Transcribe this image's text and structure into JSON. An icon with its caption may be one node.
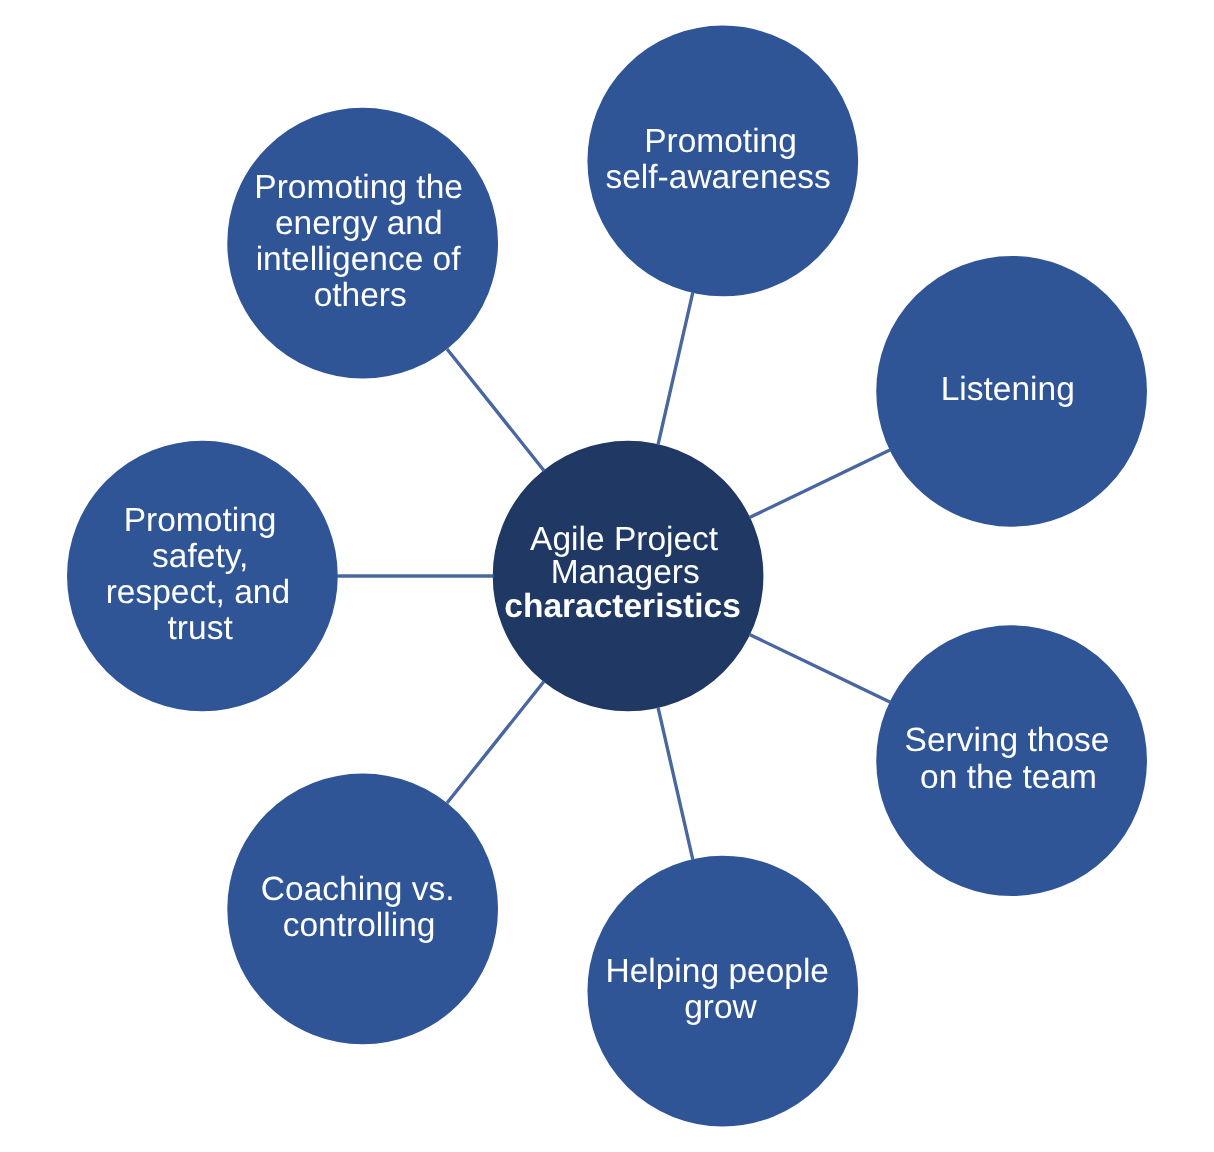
{
  "diagram": {
    "nodes": [
      {
        "text": [
          "Agile Project Managers **characteristics**"
        ]
      },
      {
        "text": [
          "Promoting self-awareness"
        ]
      },
      {
        "text": [
          "Listening"
        ]
      },
      {
        "text": [
          "Serving those on the team"
        ]
      },
      {
        "text": [
          "Helping people grow"
        ]
      },
      {
        "text": [
          "Coaching vs. controlling"
        ]
      },
      {
        "text": [
          "Promoting safety, respect, and trust"
        ]
      },
      {
        "text": [
          "Promoting the energy and intelligence of others"
        ]
      }
    ],
    "edges": [
      {
        "from": 0,
        "to": 1,
        "arrow": "none"
      },
      {
        "from": 0,
        "to": 2,
        "arrow": "none"
      },
      {
        "from": 0,
        "to": 3,
        "arrow": "none"
      },
      {
        "from": 0,
        "to": 4,
        "arrow": "none"
      },
      {
        "from": 0,
        "to": 5,
        "arrow": "none"
      },
      {
        "from": 0,
        "to": 6,
        "arrow": "none"
      },
      {
        "from": 0,
        "to": 7,
        "arrow": "none"
      }
    ]
  }
}
